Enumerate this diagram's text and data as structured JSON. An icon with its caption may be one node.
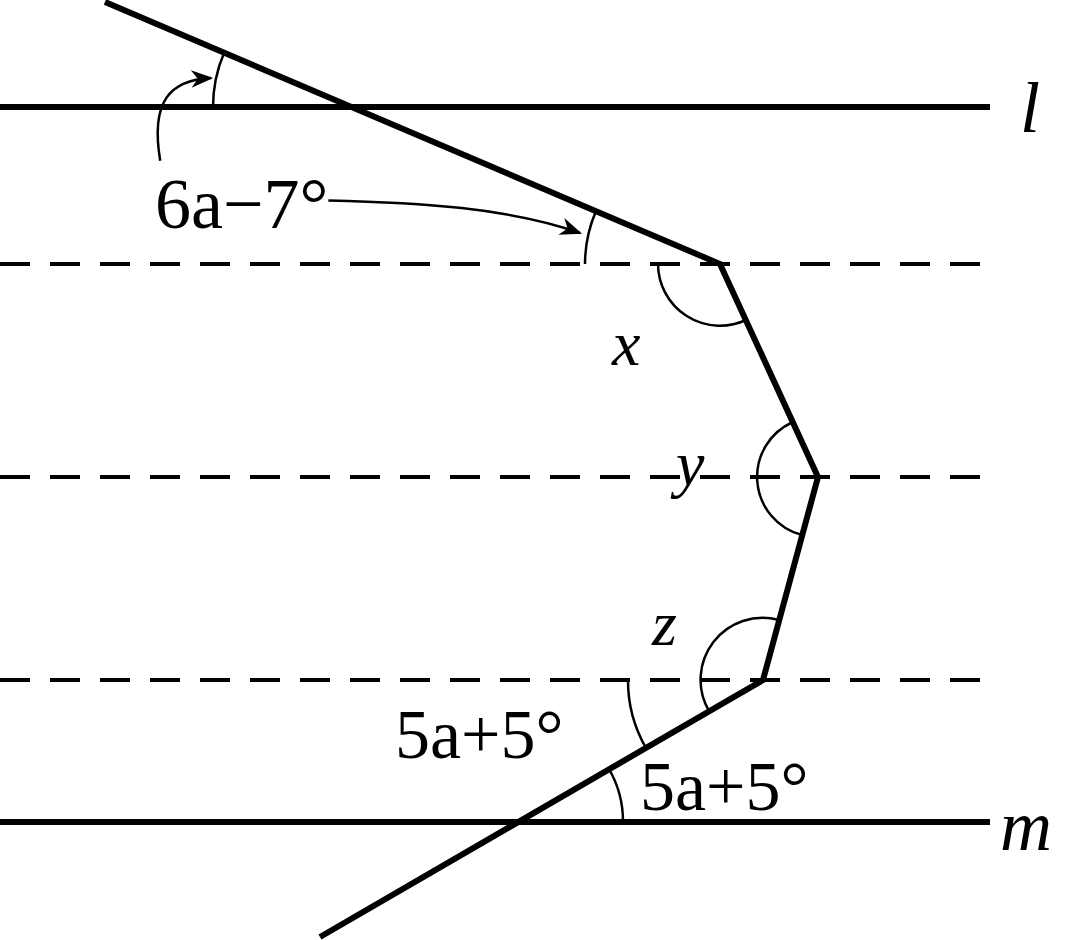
{
  "diagram": {
    "nodes": [
      {
        "text": [
          "6a−7°"
        ]
      },
      {
        "text": [],
        "shape": "arc"
      },
      {
        "text": [],
        "shape": "arc"
      }
    ],
    "edges": [
      {
        "from": 0,
        "to": 1,
        "arrow": "to"
      },
      {
        "from": 0,
        "to": 2,
        "arrow": "to"
      }
    ],
    "labels": [
      "l",
      "x",
      "y",
      "z",
      "5a+5°",
      "5a+5°",
      "m"
    ]
  }
}
